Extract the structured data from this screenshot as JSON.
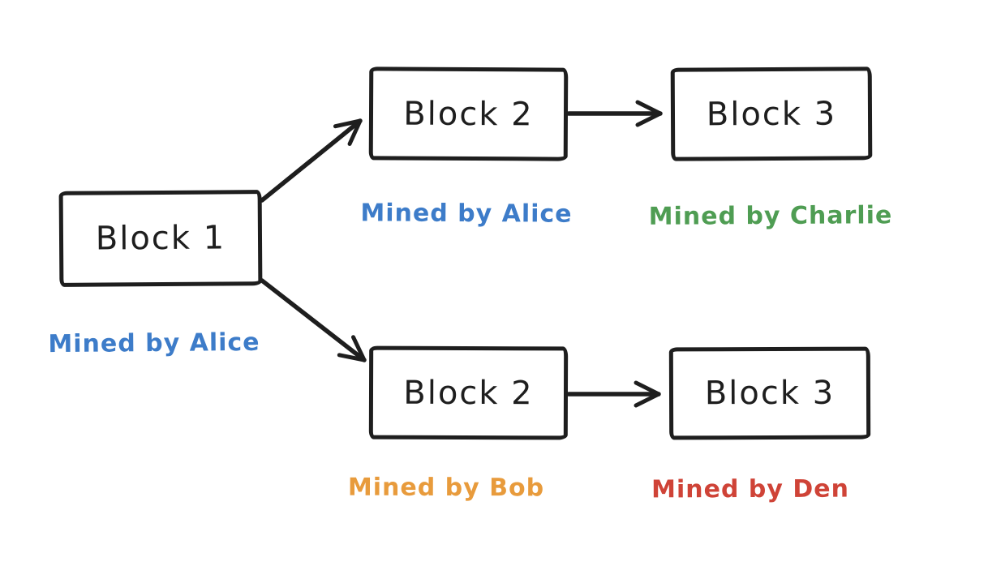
{
  "diagram": {
    "type": "blockchain-fork",
    "colors": {
      "stroke": "#1e1e1e",
      "background": "#ffffff",
      "alice_blue": "#3d7cc9",
      "charlie_green": "#4f9d53",
      "bob_orange": "#e89b3c",
      "den_red": "#cf4337"
    },
    "blocks": [
      {
        "id": "block-1",
        "label": "Block 1",
        "miner_label": "Mined by Alice",
        "miner_color": "#3d7cc9"
      },
      {
        "id": "block-2-top",
        "label": "Block 2",
        "miner_label": "Mined by Alice",
        "miner_color": "#3d7cc9"
      },
      {
        "id": "block-3-top",
        "label": "Block 3",
        "miner_label": "Mined by Charlie",
        "miner_color": "#4f9d53"
      },
      {
        "id": "block-2-bottom",
        "label": "Block 2",
        "miner_label": "Mined by Bob",
        "miner_color": "#e89b3c"
      },
      {
        "id": "block-3-bottom",
        "label": "Block 3",
        "miner_label": "Mined by Den",
        "miner_color": "#cf4337"
      }
    ],
    "edges": [
      {
        "from": "block-1",
        "to": "block-2-top"
      },
      {
        "from": "block-1",
        "to": "block-2-bottom"
      },
      {
        "from": "block-2-top",
        "to": "block-3-top"
      },
      {
        "from": "block-2-bottom",
        "to": "block-3-bottom"
      }
    ]
  }
}
